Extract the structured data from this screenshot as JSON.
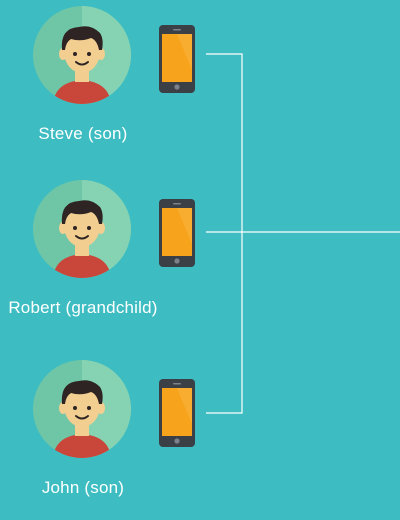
{
  "members": [
    {
      "name": "Steve (son)",
      "avatar_icon": "man-avatar-icon",
      "device_icon": "smartphone-icon"
    },
    {
      "name": "Robert (grandchild)",
      "avatar_icon": "man-avatar-icon",
      "device_icon": "smartphone-icon"
    },
    {
      "name": "John (son)",
      "avatar_icon": "man-avatar-icon",
      "device_icon": "smartphone-icon"
    }
  ],
  "colors": {
    "background": "#3dbdc2",
    "avatar_circle_light": "#86d3b3",
    "avatar_circle_dark": "#6fc6a6",
    "skin": "#f2cf90",
    "hair": "#2e2424",
    "shirt": "#c9463a",
    "phone_body": "#3b3f46",
    "phone_screen": "#f7a31c",
    "line": "#ffffff"
  }
}
